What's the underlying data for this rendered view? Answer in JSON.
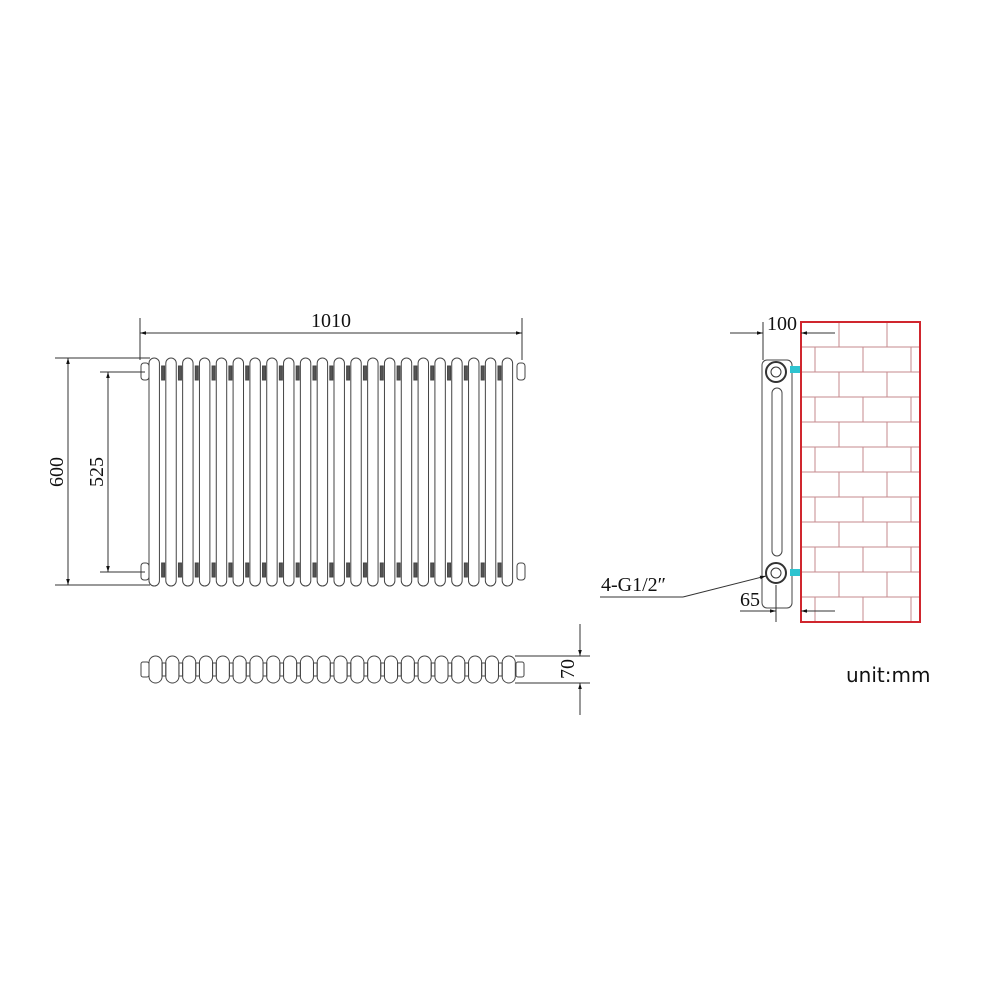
{
  "diagram": {
    "front_view": {
      "width_label": "1010",
      "height_label": "600",
      "centers_label": "525",
      "column_count": 22
    },
    "top_view": {
      "depth_label": "70"
    },
    "side_view": {
      "wall_distance_label": "100",
      "pipe_offset_label": "65",
      "connection_label": "4-G1/2″"
    },
    "unit_label": "unit:mm",
    "colors": {
      "line": "#333333",
      "wall": "#d0262e",
      "brick_lines": "#c58a8e",
      "pipe": "#2ec4d0"
    }
  }
}
